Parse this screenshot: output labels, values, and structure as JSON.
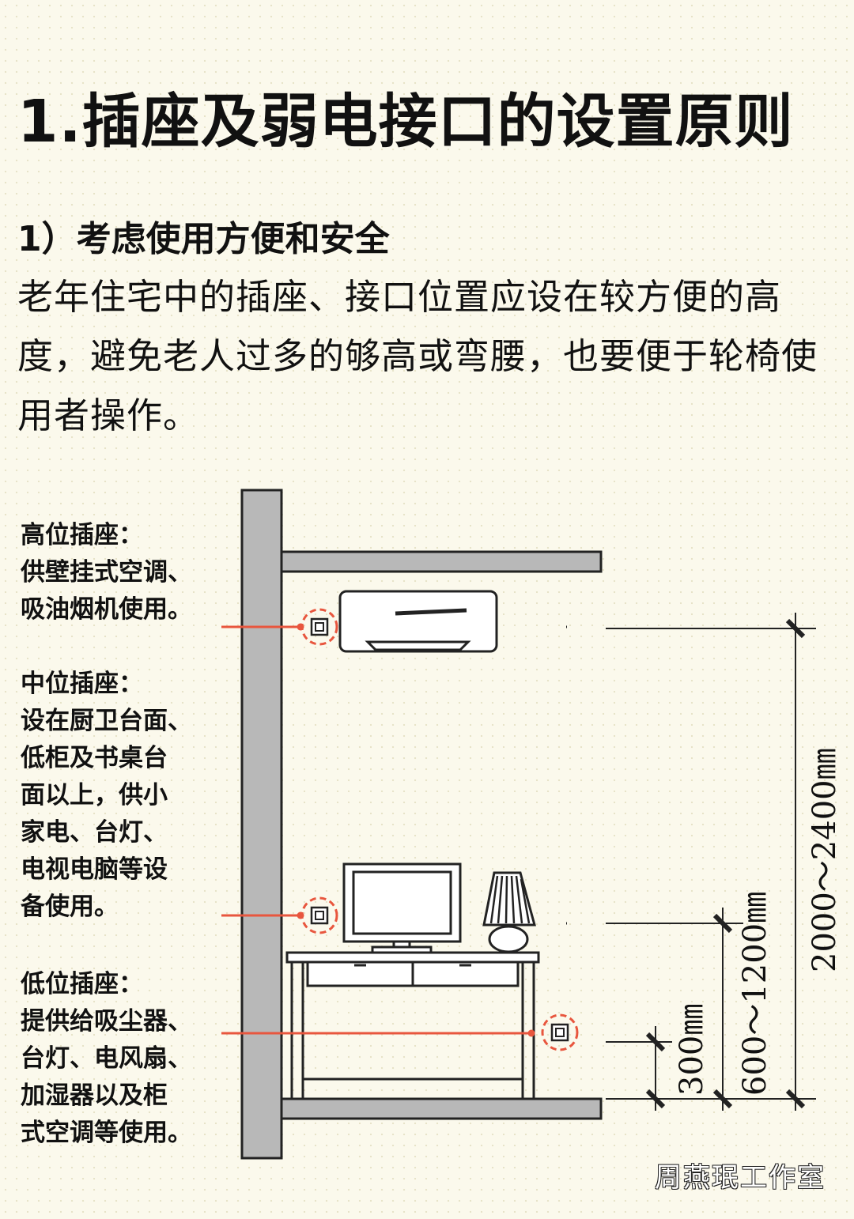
{
  "header": {
    "title": "1.插座及弱电接口的设置原则",
    "subtitle": "1）考虑使用方便和安全",
    "body": "老年住宅中的插座、接口位置应设在较方便的高度，避免老人过多的够高或弯腰，也要便于轮椅使用者操作。"
  },
  "labels": {
    "high": [
      "高位插座：",
      "供壁挂式空调、",
      "吸油烟机使用。"
    ],
    "mid": [
      "中位插座：",
      "设在厨卫台面、",
      "低柜及书桌台",
      "面以上，供小",
      "家电、台灯、",
      "电视电脑等设",
      "备使用。"
    ],
    "low": [
      "低位插座：",
      "提供给吸尘器、",
      "台灯、电风扇、",
      "加湿器以及柜",
      "式空调等使用。"
    ]
  },
  "dimensions": {
    "high": "2000～2400㎜",
    "mid": "600～1200㎜",
    "low": "300㎜"
  },
  "watermark": "周燕珉工作室",
  "colors": {
    "accent": "#e8563e",
    "wall": "#b8b8b8",
    "line": "#222222"
  }
}
